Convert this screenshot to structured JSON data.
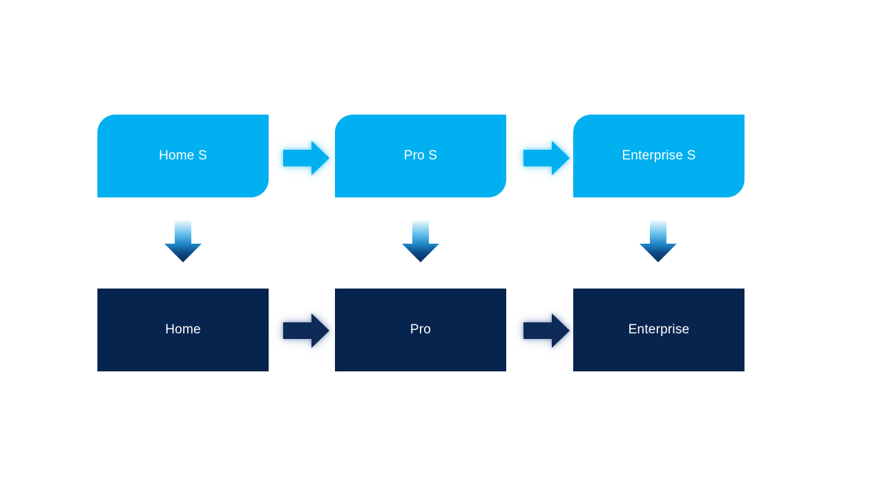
{
  "diagram": {
    "columns": [
      {
        "top": {
          "label": "Home S"
        },
        "bottom": {
          "label": "Home"
        }
      },
      {
        "top": {
          "label": "Pro S"
        },
        "bottom": {
          "label": "Pro"
        }
      },
      {
        "top": {
          "label": "Enterprise S"
        },
        "bottom": {
          "label": "Enterprise"
        }
      }
    ],
    "colors": {
      "top_fill": "#00B0F0",
      "bottom_fill": "#07244E",
      "arrow_light": "#00B0F0",
      "arrow_dark": "#0E2A56",
      "down_arrow_gradient_top": "#FFFFFF",
      "down_arrow_gradient_bottom": "#092A5C",
      "text": "#FFFFFF",
      "background": "#FFFFFF"
    }
  }
}
